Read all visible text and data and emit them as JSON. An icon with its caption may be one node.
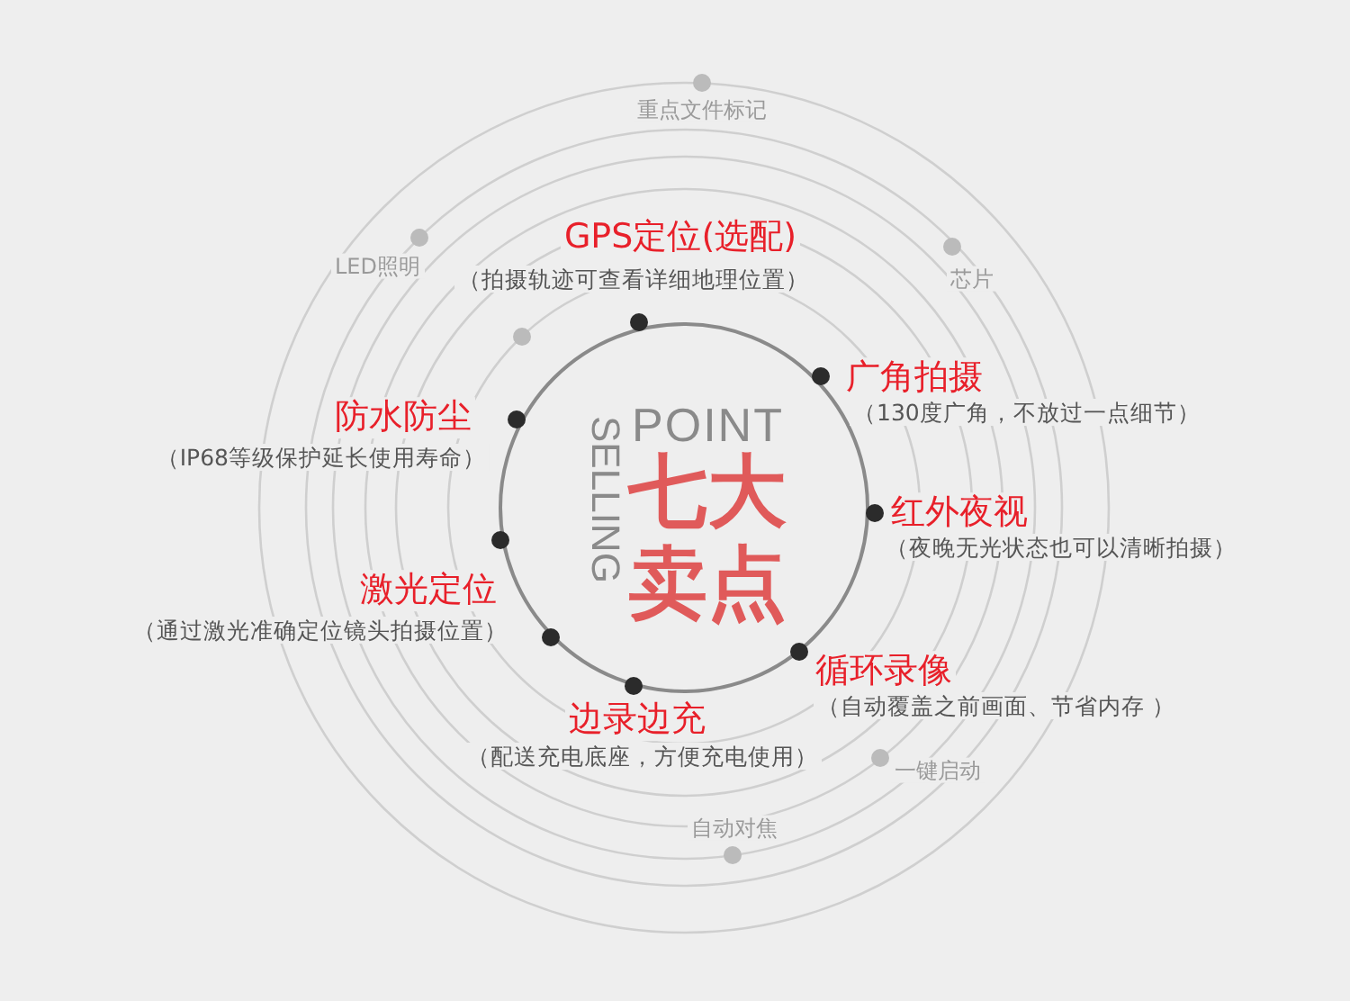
{
  "diagram": {
    "nodes": [
      {
        "text": [
          "POINT",
          "SELLING",
          "七大卖点"
        ]
      }
    ],
    "labels": [
      "重点文件标记",
      "LED照明",
      "芯片",
      "GPS定位(选配)",
      "（拍摄轨迹可查看详细地理位置）",
      "广角拍摄",
      "（130度广角，不放过一点细节）",
      "防水防尘",
      "（IP68等级保护延长使用寿命）",
      "红外夜视",
      "（夜晚无光状态也可以清晰拍摄）",
      "激光定位",
      "（通过激光准确定位镜头拍摄位置）",
      "循环录像",
      "（自动覆盖之前画面、节省内存 ）",
      "边录边充",
      "（配送充电底座，方便充电使用）",
      "一键启动",
      "自动对焦"
    ]
  }
}
